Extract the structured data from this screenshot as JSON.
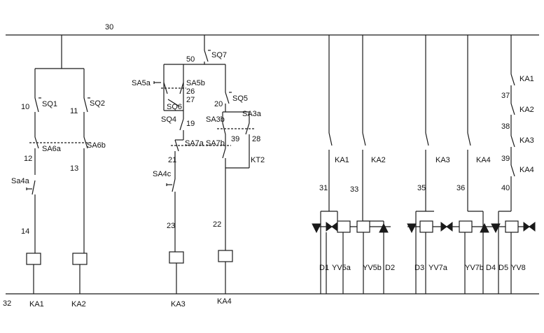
{
  "lines": {
    "top": "30",
    "bottom": "32",
    "branch_left": "10",
    "branch_mid": "50"
  },
  "wires": [
    "11",
    "12",
    "13",
    "14",
    "19",
    "20",
    "21",
    "22",
    "23",
    "26",
    "27",
    "28",
    "31",
    "33",
    "35",
    "36",
    "37",
    "38",
    "39",
    "40"
  ],
  "switches": {
    "SQ1": "SQ1",
    "SQ2": "SQ2",
    "SA6a": "SA6a",
    "SA6b": "SA6b",
    "Sa4a": "Sa4a",
    "SQ7": "SQ7",
    "SA5a": "SA5a",
    "SA5b": "SA5b",
    "SQ6": "SQ6",
    "SQ4": "SQ4",
    "SQ5": "SQ5",
    "SA3a": "SA3a",
    "SA3b": "SA3b",
    "KT2": "KT2",
    "SA7a": "SA7a",
    "SA7b": "SA7b",
    "SA4c": "SA4c",
    "KA1": "KA1",
    "KA2": "KA2",
    "KA3": "KA3",
    "KA4": "KA4"
  },
  "coils": [
    "KA1",
    "KA2",
    "KA3",
    "KA4"
  ],
  "valves": [
    "YV5a",
    "YV5b",
    "YV7a",
    "YV7b",
    "YV8"
  ],
  "diodes": [
    "D1",
    "D2",
    "D3",
    "D4",
    "D5"
  ]
}
